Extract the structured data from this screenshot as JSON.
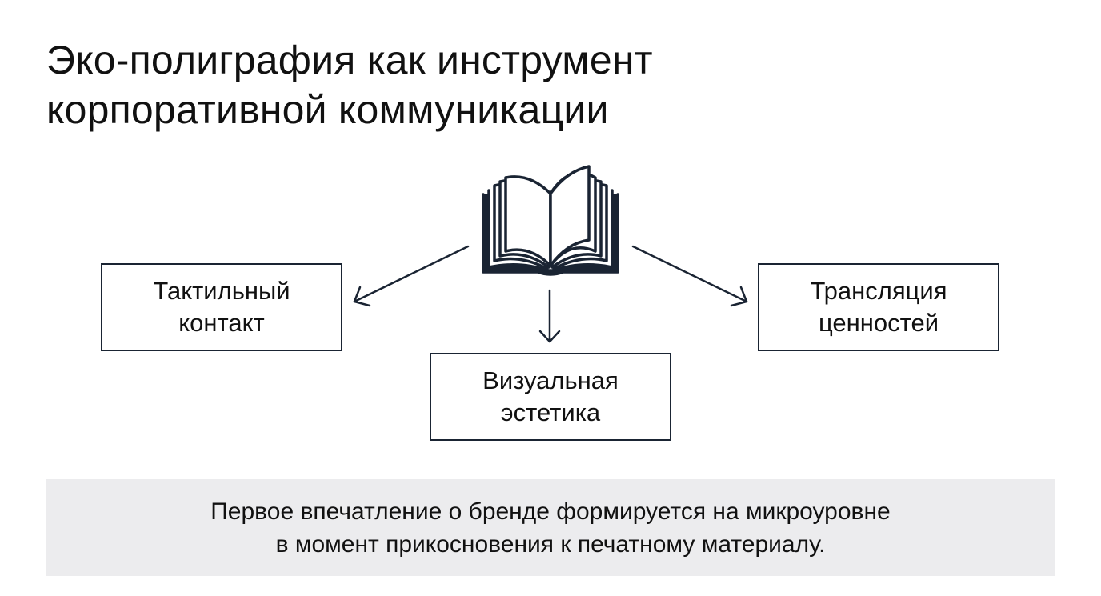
{
  "title": {
    "line1": "Эко-полиграфия как инструмент",
    "line2": "корпоративной коммуникации"
  },
  "center": {
    "icon": "open-book-icon"
  },
  "nodes": {
    "tactile": {
      "line1": "Тактильный",
      "line2": "контакт"
    },
    "visual": {
      "line1": "Визуальная",
      "line2": "эстетика"
    },
    "values": {
      "line1": "Трансляция",
      "line2": "ценностей"
    }
  },
  "note": {
    "line1": "Первое впечатление о бренде формируется на микроуровне",
    "line2": "в момент прикосновения к печатному материалу."
  },
  "colors": {
    "ink": "#1a2433",
    "note_background": "#ececee"
  }
}
